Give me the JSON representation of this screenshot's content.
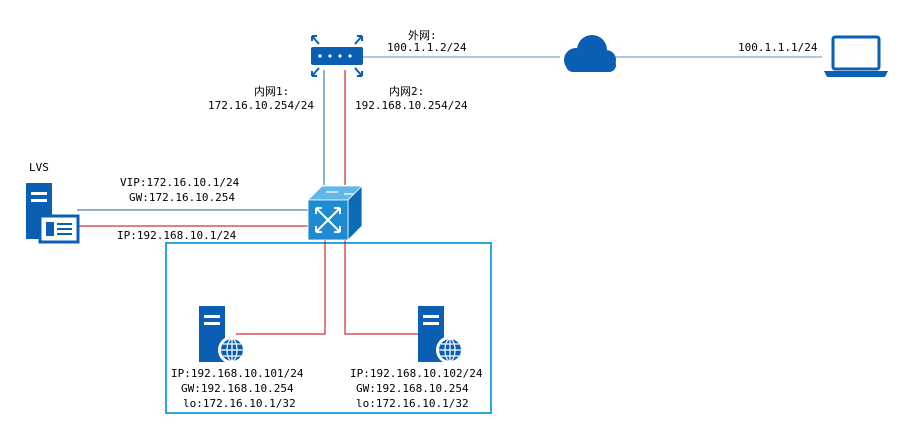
{
  "colors": {
    "link_blue": "#1f5f9e",
    "link_red": "#c00000",
    "device_blue": "#0a5fb4",
    "switch_face": "#1e8ad1",
    "cluster_border": "#2aa7e0"
  },
  "nodes": {
    "router": {
      "icon": "router-icon",
      "internet_label": "外网:",
      "internet_ip": "100.1.1.2/24",
      "lan1_label": "内网1:",
      "lan1_ip": "172.16.10.254/24",
      "lan2_label": "内网2:",
      "lan2_ip": "192.168.10.254/24"
    },
    "cloud": {
      "icon": "cloud-icon"
    },
    "client": {
      "icon": "laptop-icon",
      "ip": "100.1.1.1/24"
    },
    "switch": {
      "icon": "switch-icon"
    },
    "lvs": {
      "icon": "server-icon",
      "name": "LVS",
      "vip": "VIP:172.16.10.1/24",
      "gw": "GW:172.16.10.254",
      "ip": "IP:192.168.10.1/24"
    },
    "rs1": {
      "icon": "web-server-icon",
      "ip": "IP:192.168.10.101/24",
      "gw": "GW:192.168.10.254",
      "lo": "lo:172.16.10.1/32"
    },
    "rs2": {
      "icon": "web-server-icon",
      "ip": "IP:192.168.10.102/24",
      "gw": "GW:192.168.10.254",
      "lo": "lo:172.16.10.1/32"
    }
  }
}
